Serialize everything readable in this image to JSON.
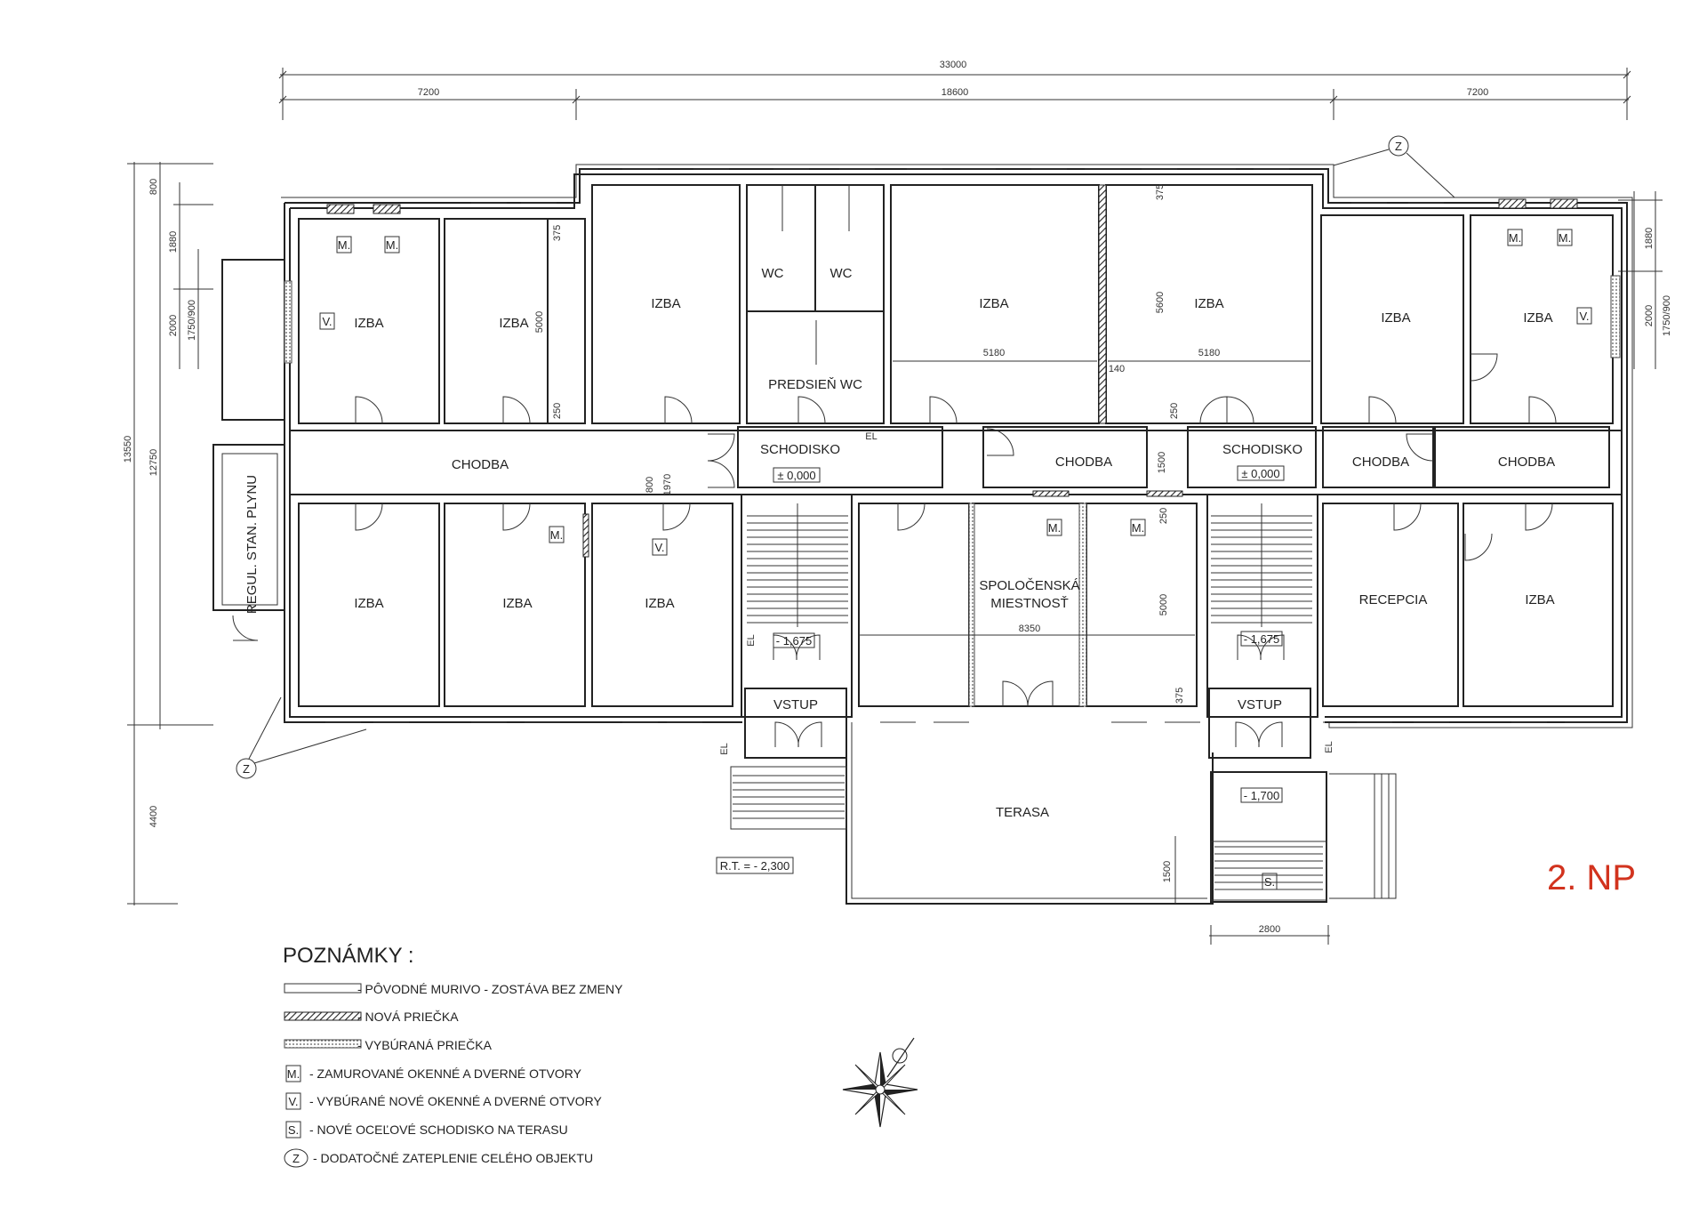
{
  "sheet_label": "2. NP",
  "dimensions": {
    "total_width": "33000",
    "left": "7200",
    "middle": "18600",
    "right": "7200",
    "left_side": [
      "800",
      "1880",
      "2000",
      "1750/900",
      "13550",
      "12750",
      "4400"
    ],
    "right_side": [
      "1880",
      "2000",
      "1750/900"
    ],
    "inner": [
      "375",
      "5000",
      "250",
      "375",
      "5600",
      "5180",
      "5180",
      "140",
      "250",
      "800",
      "1970",
      "1500",
      "250",
      "5000",
      "375",
      "8350",
      "1500",
      "2800"
    ]
  },
  "rooms": {
    "izba": "IZBA",
    "wc": "WC",
    "predsien_wc": "PREDSIEŇ WC",
    "chodba": "CHODBA",
    "schodisko": "SCHODISKO",
    "regul": "REGUL. STAN. PLYNU",
    "spolocenska_1": "SPOLOČENSKÁ",
    "spolocenska_2": "MIESTNOSŤ",
    "recepcia": "RECEPCIA",
    "vstup": "VSTUP",
    "terasa": "TERASA"
  },
  "levels": {
    "stair_left": "± 0,000",
    "stair_right": "± 0,000",
    "vstup_left": "- 1,675",
    "vstup_right": "- 1,675",
    "terrace_stair": "- 1,700",
    "rt": "R.T. = - 2,300"
  },
  "markers": {
    "m": "M.",
    "v": "V.",
    "s": "S.",
    "z": "Z",
    "el": "EL"
  },
  "legend": {
    "title": "POZNÁMKY :",
    "items": [
      {
        "symbol": "line",
        "text": "- PÔVODNÉ MURIVO - ZOSTÁVA BEZ ZMENY"
      },
      {
        "symbol": "hatch",
        "text": "- NOVÁ PRIEČKA"
      },
      {
        "symbol": "dots",
        "text": "- VYBÚRANÁ PRIEČKA"
      },
      {
        "symbol": "M.",
        "text": "- ZAMUROVANÉ OKENNÉ A DVERNÉ OTVORY"
      },
      {
        "symbol": "V.",
        "text": "- VYBÚRANÉ NOVÉ OKENNÉ A DVERNÉ OTVORY"
      },
      {
        "symbol": "S.",
        "text": "- NOVÉ OCEĽOVÉ SCHODISKO NA TERASU"
      },
      {
        "symbol": "Z",
        "text": "- DODATOČNÉ ZATEPLENIE CELÉHO OBJEKTU"
      }
    ]
  },
  "colors": {
    "line": "#222222",
    "accent": "#d2331e"
  }
}
